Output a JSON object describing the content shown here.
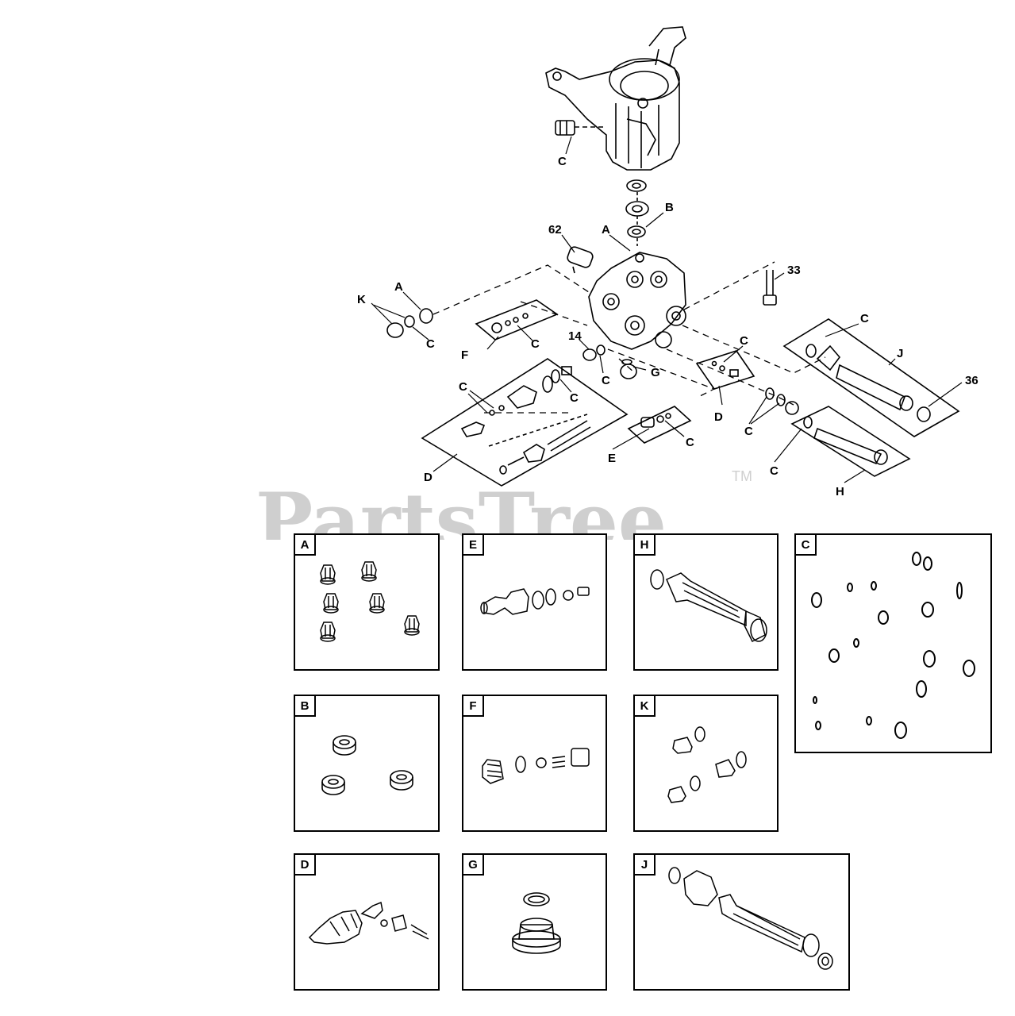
{
  "watermark": {
    "text": "PartsTree",
    "trademark": "TM"
  },
  "callouts": {
    "c_top": "C",
    "b": "B",
    "a_top": "A",
    "n62": "62",
    "n33": "33",
    "a_left": "A",
    "k": "K",
    "c_left": "C",
    "f": "F",
    "c_f": "C",
    "n14": "14",
    "c_14": "C",
    "g": "G",
    "c_mid": "C",
    "d_mid": "D",
    "c_j": "C",
    "j": "J",
    "n36": "36",
    "c_d1": "C",
    "c_d2": "C",
    "d_left": "D",
    "e": "E",
    "c_e": "C",
    "c_pair": "C",
    "c_h": "C",
    "h": "H"
  },
  "kits": [
    {
      "id": "A"
    },
    {
      "id": "E"
    },
    {
      "id": "H"
    },
    {
      "id": "C"
    },
    {
      "id": "B"
    },
    {
      "id": "F"
    },
    {
      "id": "K"
    },
    {
      "id": "D"
    },
    {
      "id": "G"
    },
    {
      "id": "J"
    }
  ]
}
